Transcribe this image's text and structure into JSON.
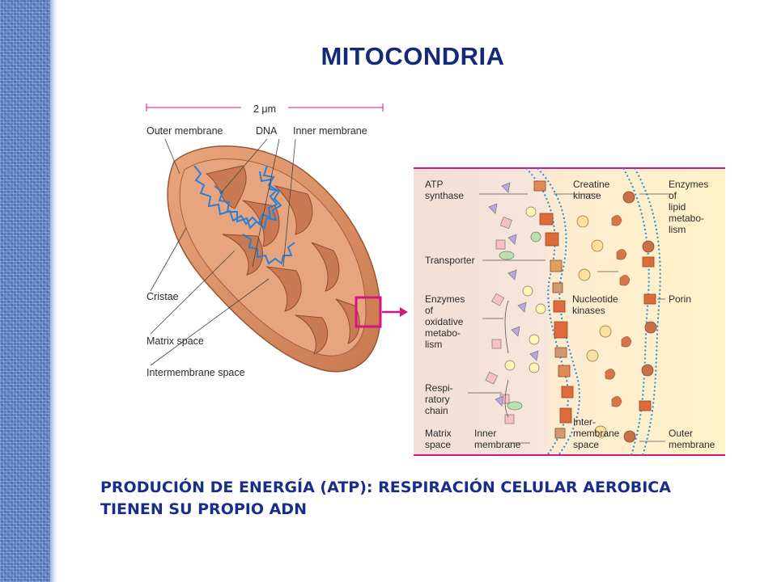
{
  "slide": {
    "title": "MITOCONDRIA",
    "caption_lines": [
      "PRODUCIÓN DE ENERGÍA (ATP): RESPIRACIÓN CELULAR AEROBICA",
      "TIENEN SU PROPIO ADN"
    ]
  },
  "diagram": {
    "scale_label": "2 μm",
    "left_labels": {
      "outer_membrane": "Outer membrane",
      "dna": "DNA",
      "inner_membrane": "Inner membrane",
      "cristae": "Cristae",
      "matrix_space": "Matrix space",
      "intermembrane_space": "Intermembrane space"
    },
    "right_labels": {
      "atp_synthase": [
        "ATP",
        "synthase"
      ],
      "transporter": [
        "Transporter"
      ],
      "enzymes_oxidative": [
        "Enzymes",
        "of",
        "oxidative",
        "metabo-",
        "lism"
      ],
      "respiratory_chain": [
        "Respi-",
        "ratory",
        "chain"
      ],
      "matrix_space": [
        "Matrix",
        "space"
      ],
      "inner_membrane": [
        "Inner",
        "membrane"
      ],
      "creatine_kinase": [
        "Creatine",
        "kinase"
      ],
      "nucleotide_kinases": [
        "Nucleotide",
        "kinases"
      ],
      "intermembrane_space": [
        "Inter-",
        "membrane",
        "space"
      ],
      "enzymes_lipid": [
        "Enzymes",
        "of",
        "lipid",
        "metabo-",
        "lism"
      ],
      "porin": [
        "Porin"
      ],
      "outer_membrane": [
        "Outer",
        "membrane"
      ]
    },
    "colors": {
      "title": "#16287a",
      "caption": "#1b2d8a",
      "highlight": "#d6157f",
      "membrane": "#1e8fd0",
      "mito_fill": "#d98a5e",
      "matrix_fill": "#f3dccb",
      "space_fill": "#fbe7cc"
    }
  }
}
